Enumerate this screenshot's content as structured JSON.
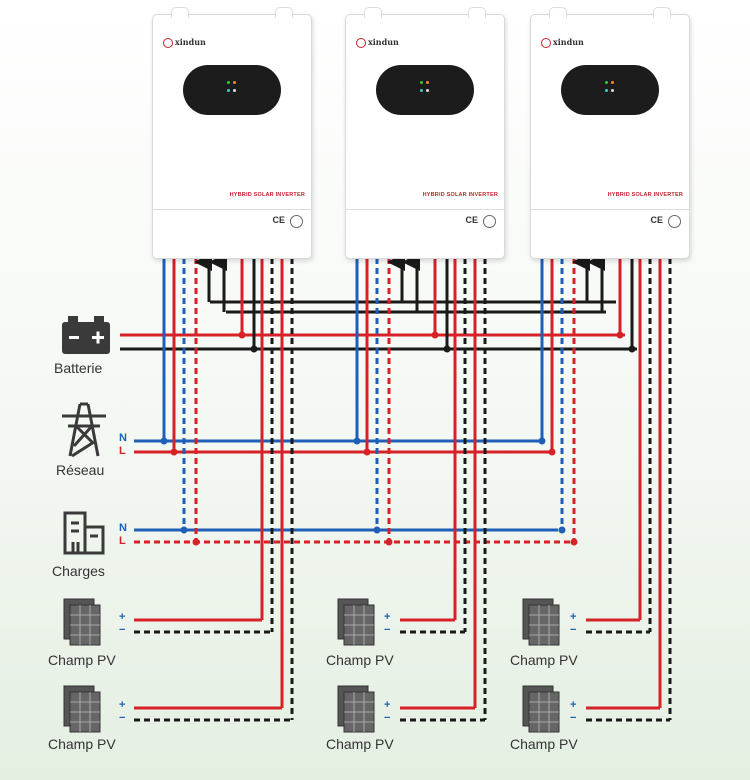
{
  "inverters": [
    {
      "brand": "xindun",
      "model": "HYBRID SOLAR INVERTER",
      "mark": "CE"
    },
    {
      "brand": "xindun",
      "model": "HYBRID SOLAR INVERTER",
      "mark": "CE"
    },
    {
      "brand": "xindun",
      "model": "HYBRID SOLAR INVERTER",
      "mark": "CE"
    }
  ],
  "labels": {
    "battery": "Batterie",
    "grid": "Réseau",
    "loads": "Charges",
    "pv": "Champ PV",
    "neutral": "N",
    "line": "L",
    "plus": "+",
    "minus": "−"
  },
  "icons": {
    "battery": "battery-icon",
    "grid": "transmission-tower-icon",
    "loads": "building-icon",
    "pv": "solar-panel-icon"
  },
  "colors": {
    "line_red": "#d72128",
    "neutral_blue": "#1f5fb8",
    "black": "#1a1a1a",
    "brand_red": "#c0262d"
  }
}
